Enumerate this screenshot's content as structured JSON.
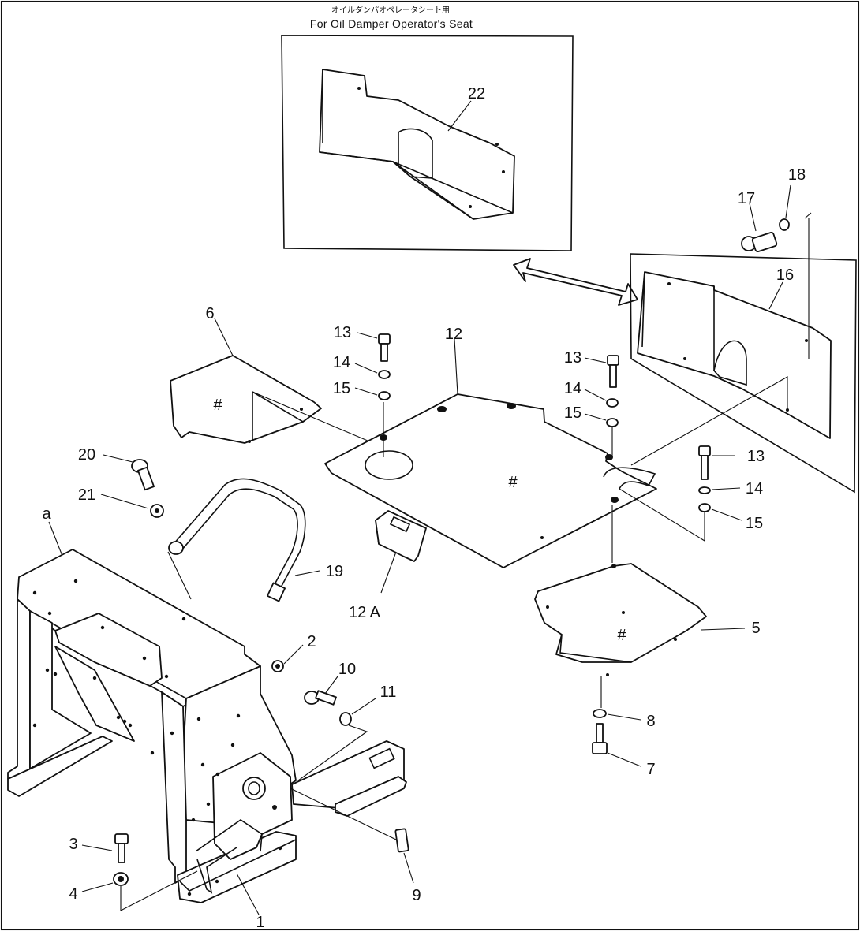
{
  "header": {
    "japanese": "オイルダンパオペレータシート用",
    "english": "For Oil Damper Operator's Seat"
  },
  "symbol_hash": "#",
  "callouts": {
    "n1": "1",
    "n2": "2",
    "n3": "3",
    "n4": "4",
    "n5": "5",
    "n6": "6",
    "n7": "7",
    "n8": "8",
    "n9": "9",
    "n10": "10",
    "n11": "11",
    "n12": "12",
    "n12a": "12 A",
    "n13": "13",
    "n14": "14",
    "n15": "15",
    "n16": "16",
    "n17": "17",
    "n18": "18",
    "n19": "19",
    "n20": "20",
    "n21": "21",
    "n22": "22",
    "a": "a"
  }
}
